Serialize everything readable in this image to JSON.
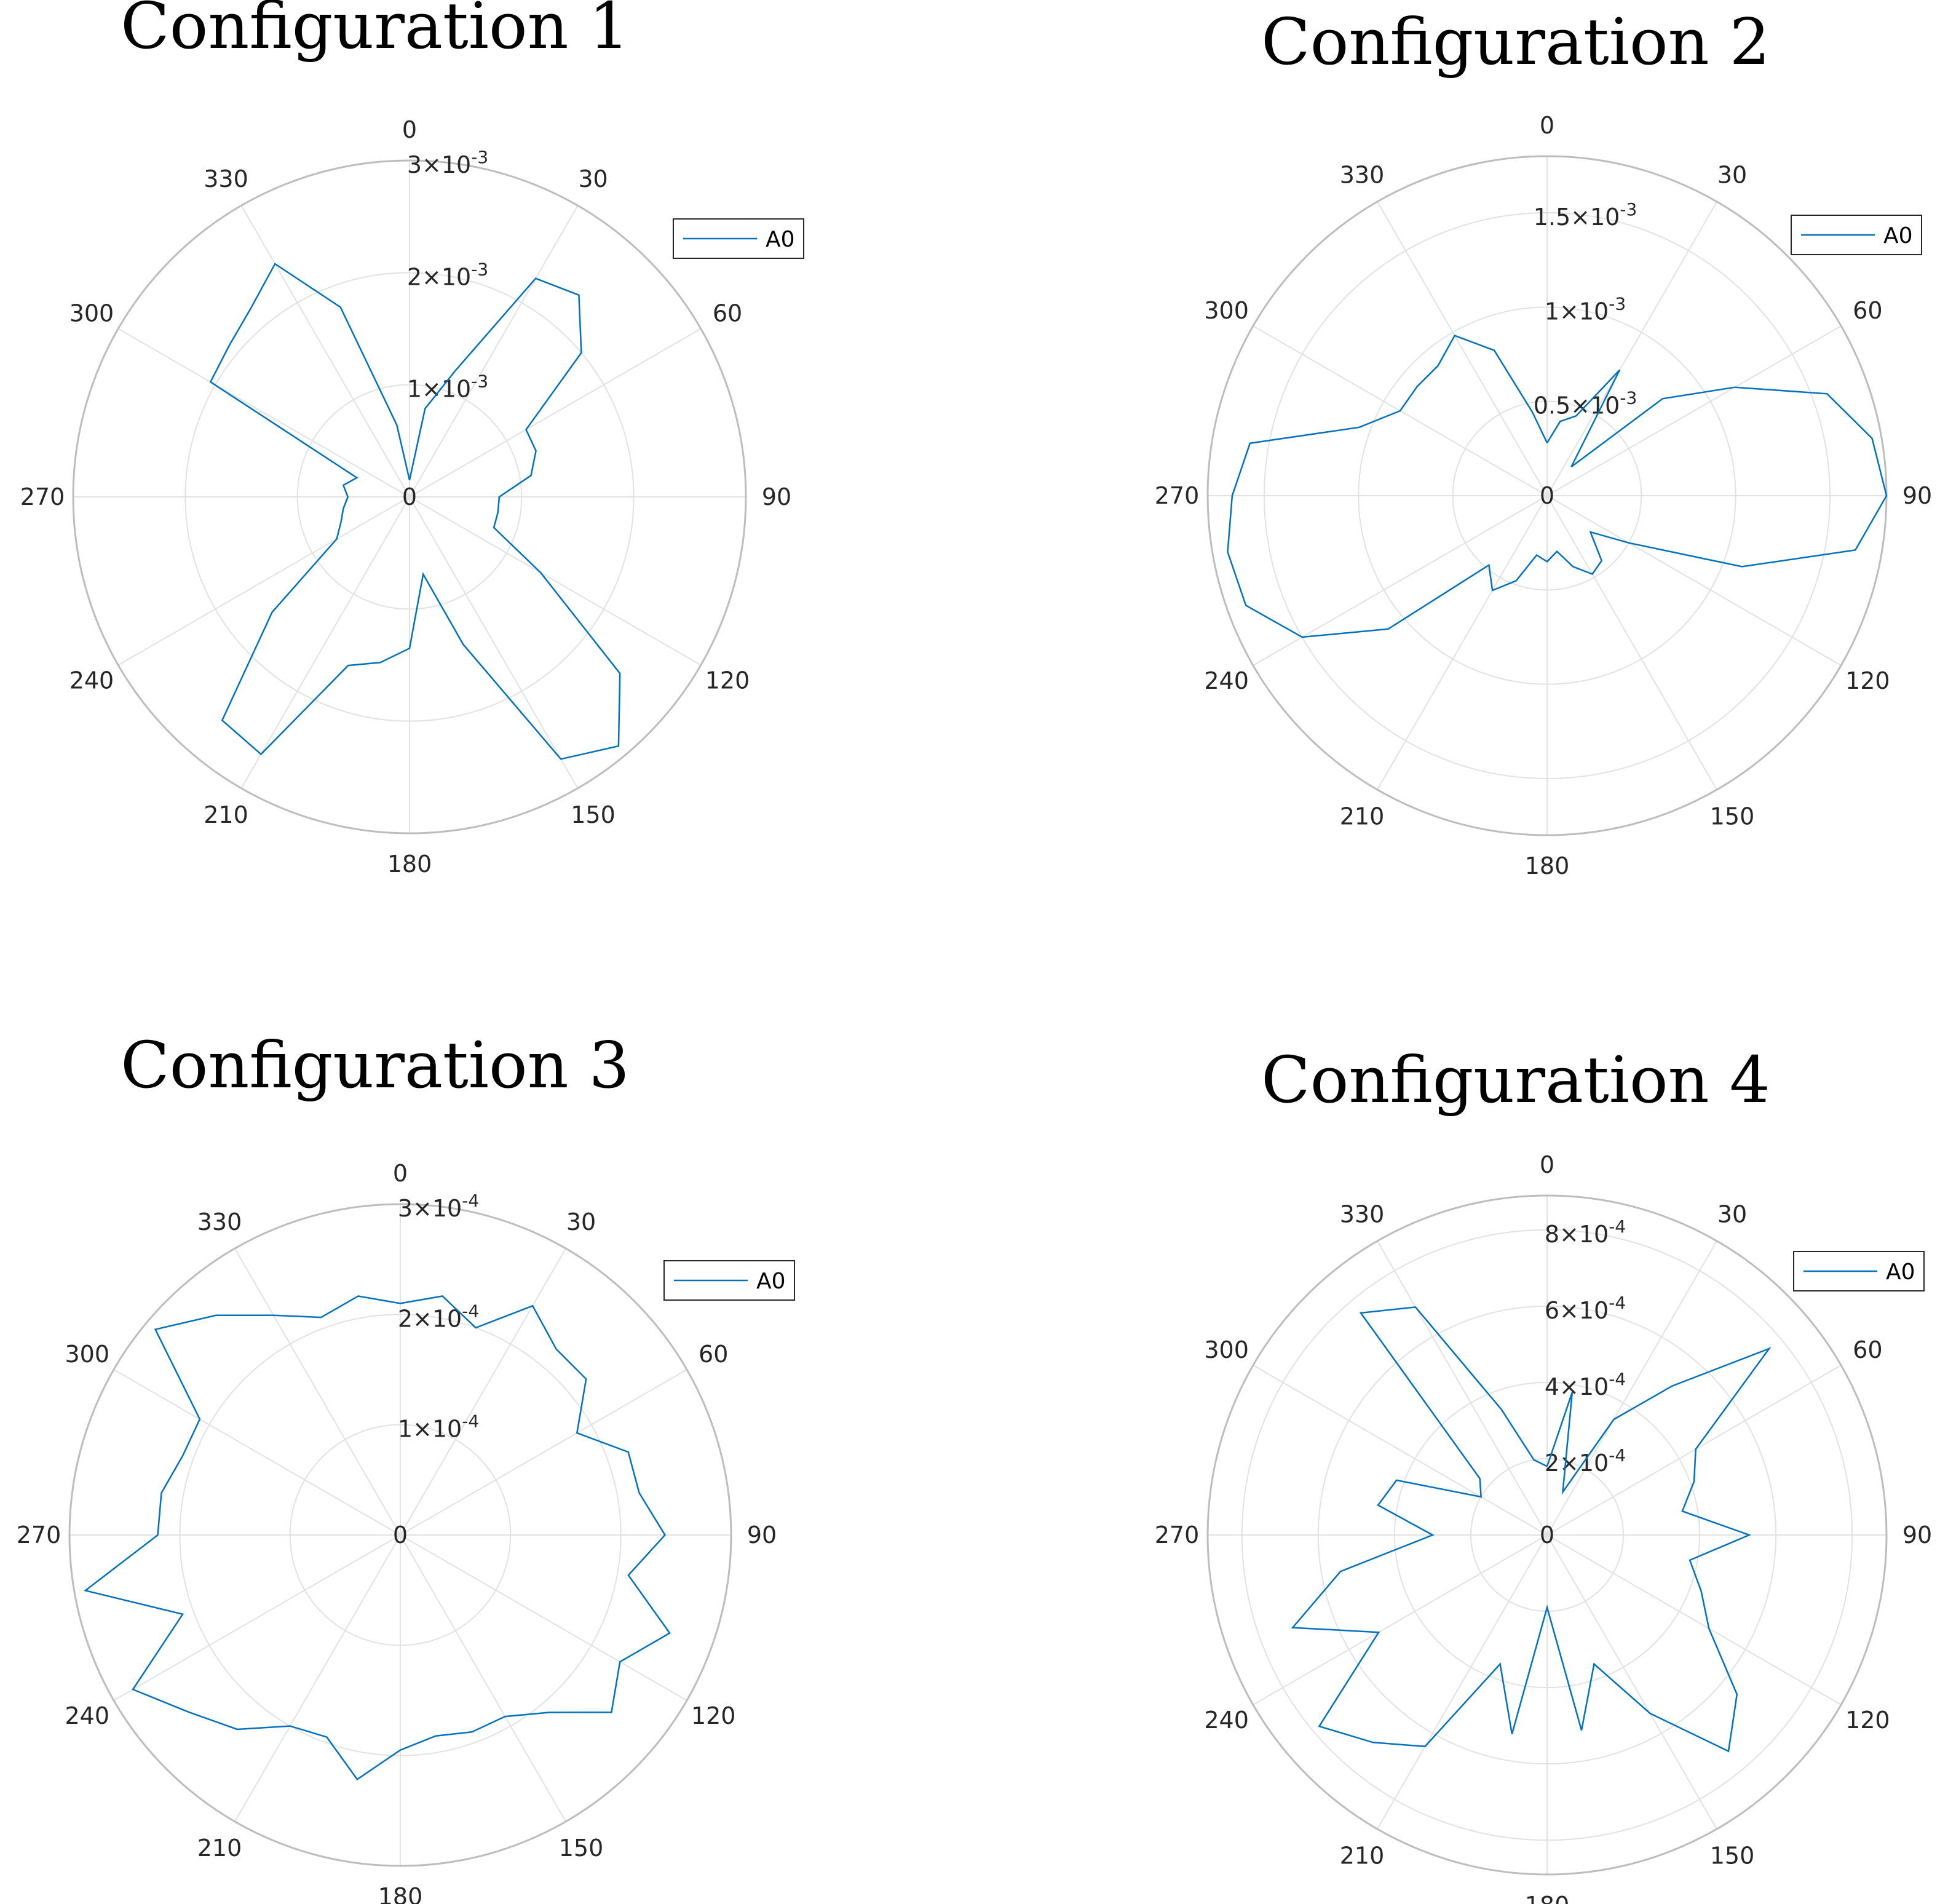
{
  "colors": {
    "series": "#0072BD",
    "grid": "#e2e2e2",
    "outer_ring": "#bdbdbd",
    "text": "#262626"
  },
  "chart_data": [
    {
      "type": "polar-line",
      "title": "Configuration 1",
      "theta_zero": "top",
      "theta_direction": "clockwise",
      "theta_ticks": [
        "0",
        "30",
        "60",
        "90",
        "120",
        "150",
        "180",
        "210",
        "240",
        "270",
        "300",
        "330"
      ],
      "r_ticks": [
        {
          "value": 0,
          "mantissa": "0",
          "exponent": ""
        },
        {
          "value": 0.001,
          "mantissa": "1",
          "exponent": "-3"
        },
        {
          "value": 0.002,
          "mantissa": "2",
          "exponent": "-3"
        },
        {
          "value": 0.003,
          "mantissa": "3",
          "exponent": "-3"
        }
      ],
      "rlim": [
        0,
        0.003
      ],
      "legend": [
        "A0"
      ],
      "legend_position": "top-right",
      "series": [
        {
          "name": "A0",
          "theta": [
            0,
            10,
            20,
            30,
            40,
            50,
            60,
            70,
            80,
            90,
            100,
            110,
            120,
            130,
            140,
            150,
            160,
            170,
            180,
            190,
            200,
            210,
            220,
            230,
            240,
            250,
            260,
            270,
            280,
            290,
            300,
            310,
            320,
            330,
            340,
            350,
            0
          ],
          "r": [
            0.00015,
            0.0008,
            0.0012,
            0.00225,
            0.00235,
            0.002,
            0.0012,
            0.0012,
            0.0011,
            0.0008,
            0.0008,
            0.0008,
            0.00135,
            0.00245,
            0.0029,
            0.0027,
            0.0014,
            0.0007,
            0.00135,
            0.0015,
            0.0016,
            0.00265,
            0.0026,
            0.0016,
            0.00075,
            0.00065,
            0.0006,
            0.00055,
            0.0006,
            0.0005,
            0.00205,
            0.0021,
            0.0022,
            0.0024,
            0.0018,
            0.00065,
            0.00015
          ]
        }
      ]
    },
    {
      "type": "polar-line",
      "title": "Configuration 2",
      "theta_zero": "top",
      "theta_direction": "clockwise",
      "theta_ticks": [
        "0",
        "30",
        "60",
        "90",
        "120",
        "150",
        "180",
        "210",
        "240",
        "270",
        "300",
        "330"
      ],
      "r_ticks": [
        {
          "value": 0,
          "mantissa": "0",
          "exponent": ""
        },
        {
          "value": 0.0005,
          "mantissa": "0.5",
          "exponent": "-3"
        },
        {
          "value": 0.001,
          "mantissa": "1",
          "exponent": "-3"
        },
        {
          "value": 0.0015,
          "mantissa": "1.5",
          "exponent": "-3"
        }
      ],
      "rlim": [
        0,
        0.0018
      ],
      "legend": [
        "A0"
      ],
      "legend_position": "top-right",
      "series": [
        {
          "name": "A0",
          "theta": [
            0,
            10,
            20,
            30,
            40,
            50,
            60,
            70,
            80,
            90,
            100,
            110,
            120,
            130,
            140,
            150,
            160,
            170,
            180,
            190,
            200,
            210,
            220,
            230,
            240,
            250,
            260,
            270,
            280,
            290,
            300,
            310,
            320,
            330,
            340,
            350,
            0
          ],
          "r": [
            0.00028,
            0.0004,
            0.00045,
            0.00077,
            0.0002,
            0.0008,
            0.00115,
            0.00158,
            0.00175,
            0.0018,
            0.00166,
            0.0011,
            0.0005,
            0.0003,
            0.00045,
            0.00048,
            0.0004,
            0.0003,
            0.00035,
            0.00032,
            0.00048,
            0.00058,
            0.00048,
            0.0011,
            0.0015,
            0.0017,
            0.00172,
            0.00167,
            0.0016,
            0.00106,
            0.0009,
            0.0009,
            0.0009,
            0.00098,
            0.00082,
            0.00045,
            0.00028
          ]
        }
      ]
    },
    {
      "type": "polar-line",
      "title": "Configuration 3",
      "theta_zero": "top",
      "theta_direction": "clockwise",
      "theta_ticks": [
        "0",
        "30",
        "60",
        "90",
        "120",
        "150",
        "180",
        "210",
        "240",
        "270",
        "300",
        "330"
      ],
      "r_ticks": [
        {
          "value": 0,
          "mantissa": "0",
          "exponent": ""
        },
        {
          "value": 0.0001,
          "mantissa": "1",
          "exponent": "-4"
        },
        {
          "value": 0.0002,
          "mantissa": "2",
          "exponent": "-4"
        },
        {
          "value": 0.0003,
          "mantissa": "3",
          "exponent": "-4"
        }
      ],
      "rlim": [
        0,
        0.0003
      ],
      "legend": [
        "A0"
      ],
      "legend_position": "top-right",
      "series": [
        {
          "name": "A0",
          "theta": [
            0,
            10,
            20,
            30,
            40,
            50,
            60,
            70,
            80,
            90,
            100,
            110,
            120,
            130,
            140,
            150,
            160,
            170,
            180,
            190,
            200,
            210,
            220,
            230,
            240,
            250,
            260,
            270,
            280,
            290,
            300,
            310,
            320,
            330,
            340,
            350,
            0
          ],
          "r": [
            0.00021,
            0.00022,
            0.0002,
            0.00024,
            0.00022,
            0.00022,
            0.000185,
            0.00022,
            0.00022,
            0.00024,
            0.00021,
            0.00026,
            0.00023,
            0.00025,
            0.00021,
            0.00019,
            0.00019,
            0.000185,
            0.000195,
            0.000225,
            0.000195,
            0.0002,
            0.00023,
            0.00025,
            0.00028,
            0.00021,
            0.00029,
            0.00022,
            0.00022,
            0.00021,
            0.00021,
            0.00029,
            0.00026,
            0.00023,
            0.00021,
            0.00022,
            0.00021
          ]
        }
      ]
    },
    {
      "type": "polar-line",
      "title": "Configuration 4",
      "theta_zero": "top",
      "theta_direction": "clockwise",
      "theta_ticks": [
        "0",
        "30",
        "60",
        "90",
        "120",
        "150",
        "180",
        "210",
        "240",
        "270",
        "300",
        "330"
      ],
      "r_ticks": [
        {
          "value": 0,
          "mantissa": "0",
          "exponent": ""
        },
        {
          "value": 0.0002,
          "mantissa": "2",
          "exponent": "-4"
        },
        {
          "value": 0.0004,
          "mantissa": "4",
          "exponent": "-4"
        },
        {
          "value": 0.0006,
          "mantissa": "6",
          "exponent": "-4"
        },
        {
          "value": 0.0008,
          "mantissa": "8",
          "exponent": "-4"
        }
      ],
      "rlim": [
        0,
        0.00089
      ],
      "legend": [
        "A0"
      ],
      "legend_position": "top-right",
      "series": [
        {
          "name": "A0",
          "theta": [
            0,
            10,
            20,
            30,
            40,
            50,
            60,
            70,
            80,
            90,
            100,
            110,
            120,
            130,
            140,
            150,
            160,
            170,
            180,
            190,
            200,
            210,
            220,
            230,
            240,
            250,
            260,
            270,
            280,
            290,
            300,
            310,
            320,
            330,
            340,
            350,
            0
          ],
          "r": [
            0.00018,
            0.00038,
            0.00012,
            0.00035,
            0.00051,
            0.00076,
            0.00045,
            0.00041,
            0.00036,
            0.00053,
            0.00038,
            0.00043,
            0.00049,
            0.00065,
            0.00074,
            0.00054,
            0.00036,
            0.00052,
            0.00019,
            0.00053,
            0.00036,
            0.00064,
            0.00071,
            0.00078,
            0.00051,
            0.00071,
            0.00055,
            0.0003,
            0.00045,
            0.00042,
            0.0002,
            0.00023,
            0.00076,
            0.00069,
            0.00035,
            0.0002,
            0.00018
          ]
        }
      ]
    }
  ]
}
